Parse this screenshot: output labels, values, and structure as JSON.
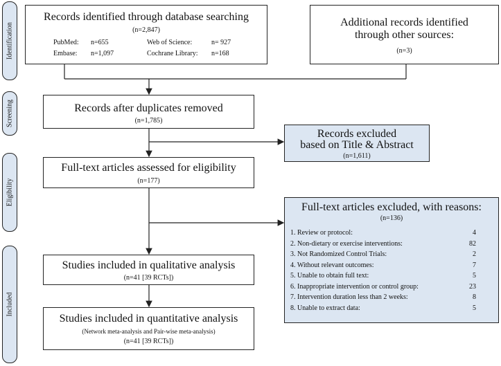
{
  "stages": {
    "identification": "Identification",
    "screening": "Screening",
    "eligibility": "Eligibility",
    "included": "Included"
  },
  "identified": {
    "title": "Records identified through database searching",
    "count": "(n=2,847)",
    "pubmed_label": "PubMed:",
    "pubmed_value": "n=655",
    "wos_label": "Web of Science:",
    "wos_value": "n= 927",
    "embase_label": "Embase:",
    "embase_value": "n=1,097",
    "cochrane_label": "Cochrane Library:",
    "cochrane_value": "n=168"
  },
  "additional": {
    "title_line1": "Additional records identified",
    "title_line2": "through other sources:",
    "count": "(n=3)"
  },
  "duplicates": {
    "title": "Records after duplicates removed",
    "count": "(n=1,785)"
  },
  "excluded_ta": {
    "title_line1": "Records excluded",
    "title_line2": "based on Title & Abstract",
    "count": "(n=1,611)"
  },
  "fulltext": {
    "title": "Full-text articles assessed for eligibility",
    "count": "(n=177)"
  },
  "excluded_ft": {
    "title": "Full-text articles excluded, with reasons:",
    "count": "(n=136)",
    "reasons": [
      {
        "label": "1. Review or protocol:",
        "value": "4"
      },
      {
        "label": "2. Non-dietary or exercise interventions:",
        "value": "82"
      },
      {
        "label": "3. Not Randomized Control Trials:",
        "value": "2"
      },
      {
        "label": "4. Without relevant outcomes:",
        "value": "7"
      },
      {
        "label": "5. Unable to obtain full text:",
        "value": "5"
      },
      {
        "label": "6. Inappropriate intervention or control group:",
        "value": "23"
      },
      {
        "label": "7. Intervention duration less than 2 weeks:",
        "value": "8"
      },
      {
        "label": "8. Unable to extract data:",
        "value": "5"
      }
    ]
  },
  "qualitative": {
    "title": "Studies included in qualitative analysis",
    "count": "(n=41 [39 RCTs])"
  },
  "quantitative": {
    "title": "Studies included in quantitative analysis",
    "note": "(Network meta-analysis and Pair-wise meta-analysis)",
    "count": "(n=41 [39 RCTs])"
  }
}
